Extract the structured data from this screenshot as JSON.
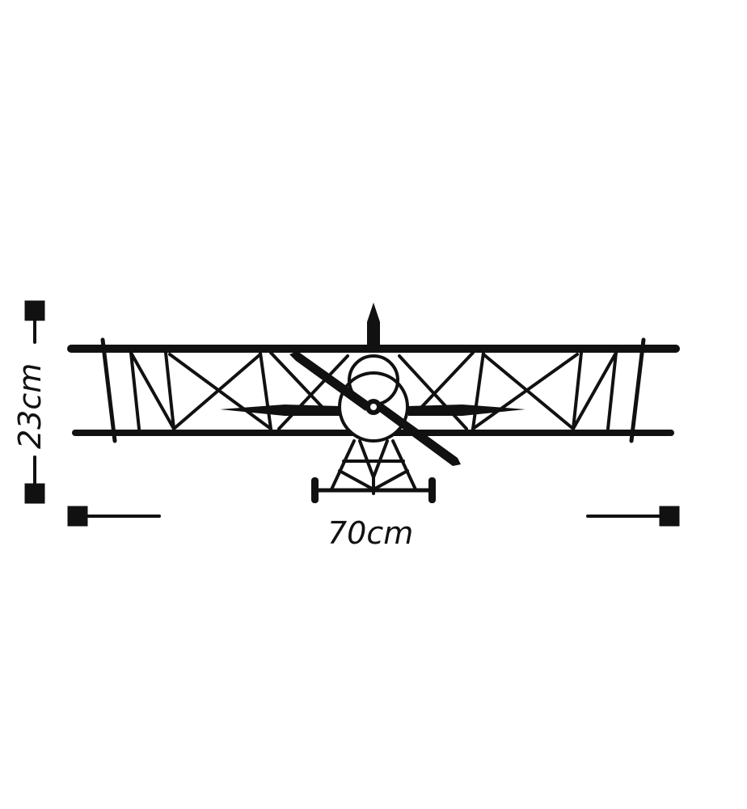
{
  "dimensions": {
    "width_label": "70cm",
    "height_label": "23cm"
  },
  "illustration": {
    "subject": "biplane-wall-art-silhouette",
    "ink_color": "#111111",
    "background_color": "#ffffff"
  }
}
